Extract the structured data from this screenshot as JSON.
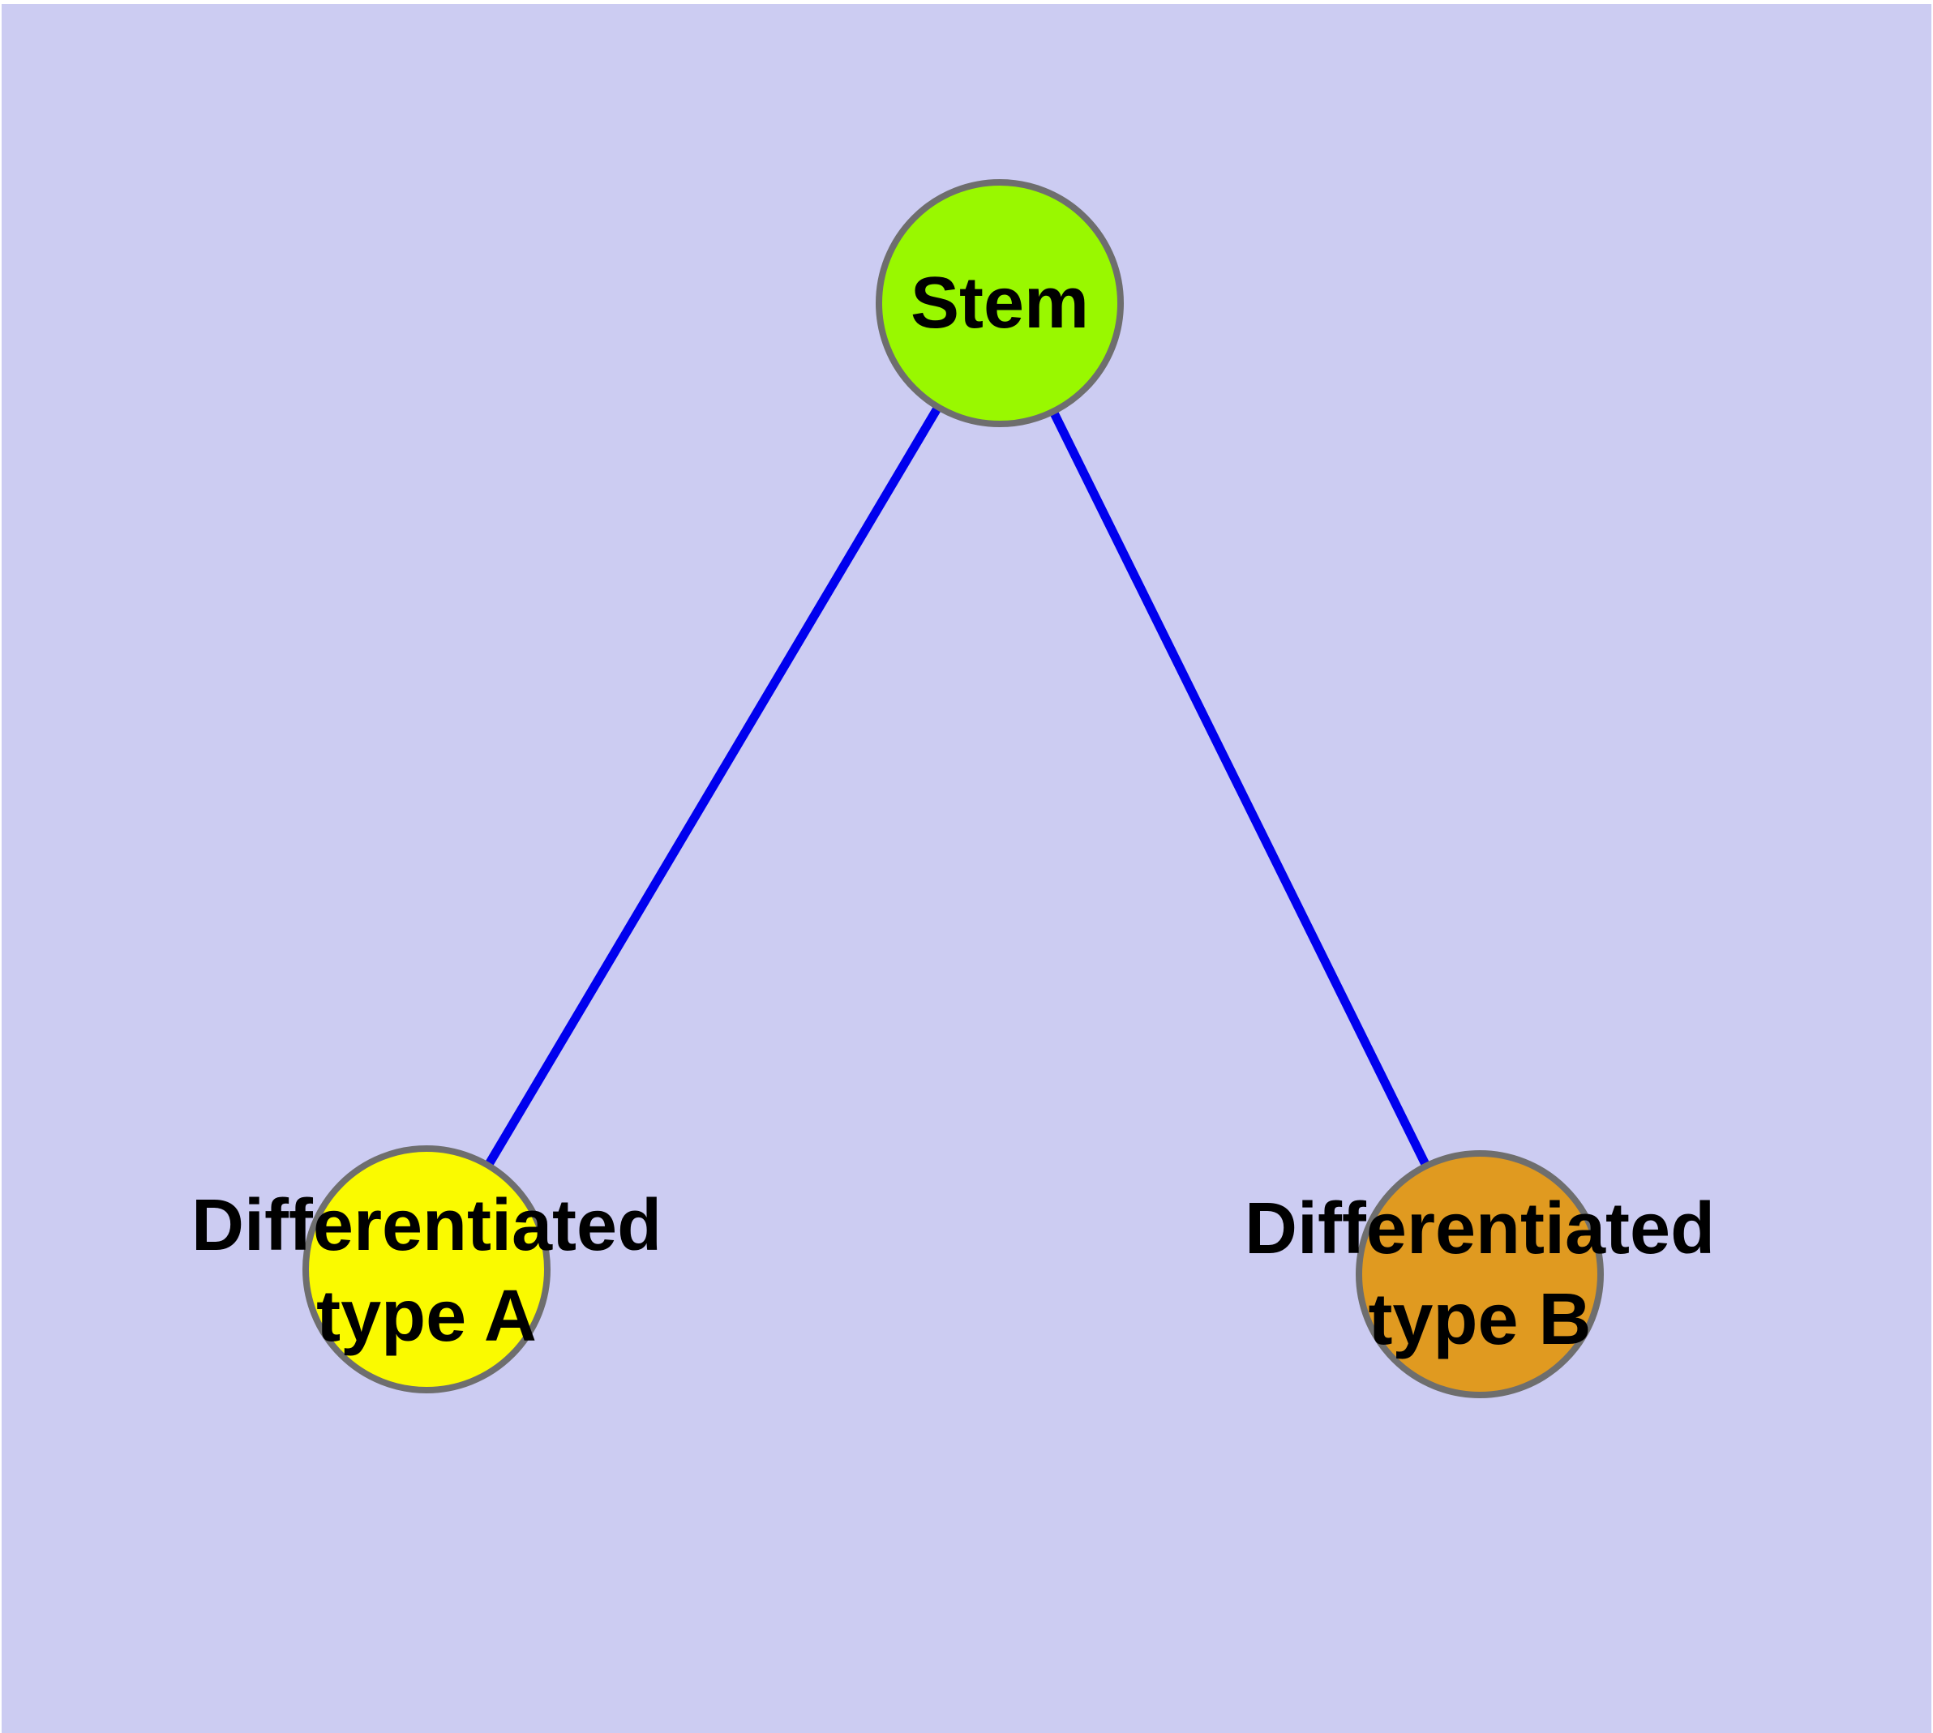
{
  "diagram": {
    "type": "node-link-graph",
    "description": "Hierarchy diagram of a Stem node branching to two differentiated cell type nodes",
    "nodes": {
      "stem": {
        "label": "Stem",
        "fill": "#99f800",
        "shape": "circle"
      },
      "typeA": {
        "label": "Differentiated type A",
        "label_line1": "Differentiated",
        "label_line2": "type A",
        "fill": "#fafa00",
        "shape": "circle"
      },
      "typeB": {
        "label": "Differentiated type B",
        "label_line1": "Differentiated",
        "label_line2": "type B",
        "fill": "#e09a20",
        "shape": "circle"
      }
    },
    "edges": [
      {
        "from": "Stem",
        "to": "Differentiated type A"
      },
      {
        "from": "Stem",
        "to": "Differentiated type B"
      }
    ],
    "colors": {
      "page": "#ffffff",
      "background": "#ccccf2",
      "edge": "#0000ee",
      "node_border": "#6e6e6e",
      "label_text": "#000000"
    }
  }
}
